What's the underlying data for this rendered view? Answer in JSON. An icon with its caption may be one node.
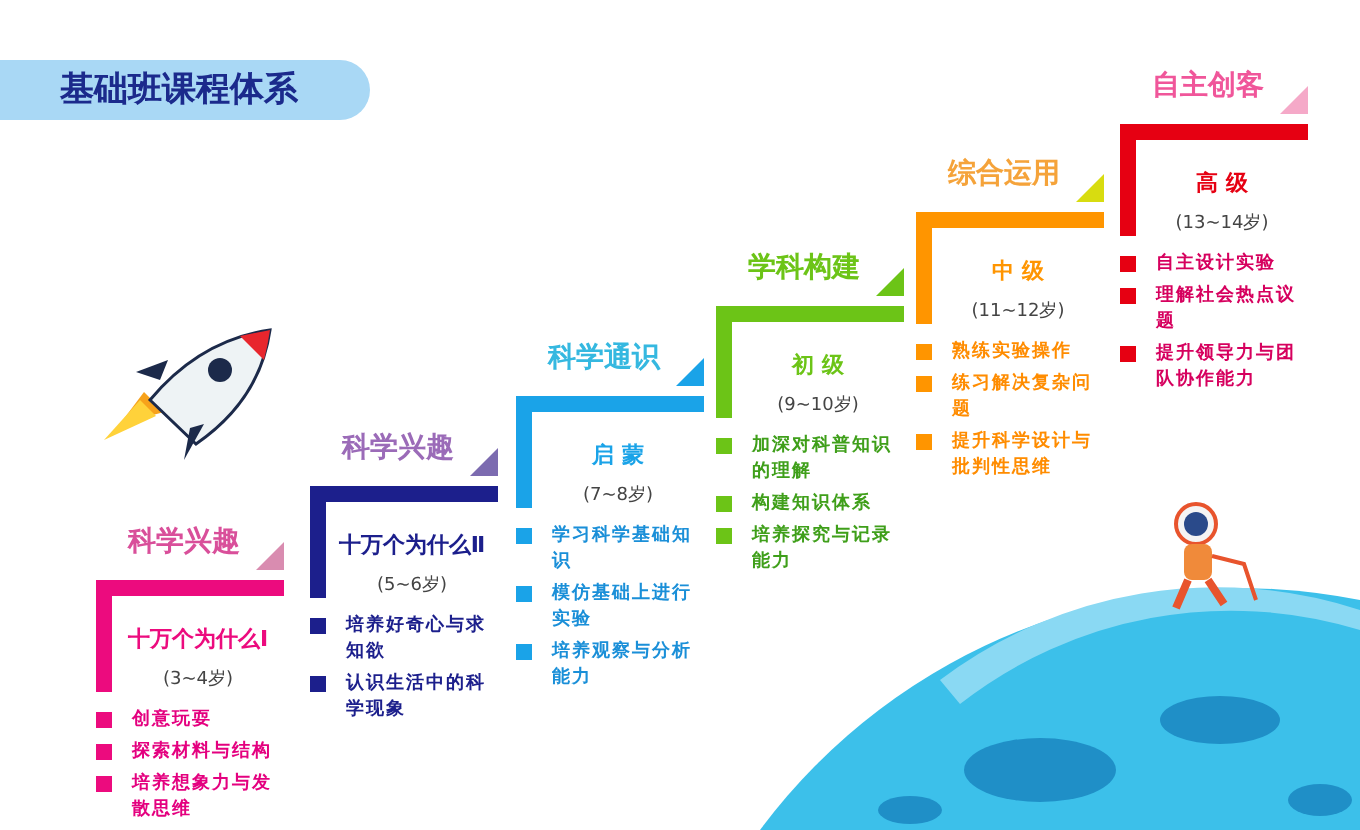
{
  "diagram": {
    "title": "基础班课程体系",
    "nodes": [
      {
        "text": [
          "十万个为什么Ⅰ",
          "(3~4岁)"
        ],
        "beside": [
          "科学兴趣",
          "创意玩耍",
          "探索材料与结构",
          "培养想象力与发散思维"
        ]
      },
      {
        "text": [
          "十万个为什么Ⅱ",
          "(5~6岁)"
        ],
        "beside": [
          "科学兴趣",
          "培养好奇心与求知欲",
          "认识生活中的科学现象"
        ]
      },
      {
        "text": [
          "启 蒙",
          "(7~8岁)"
        ],
        "beside": [
          "科学通识",
          "学习科学基础知识",
          "模仿基础上进行实验",
          "培养观察与分析能力"
        ]
      },
      {
        "text": [
          "初 级",
          "(9~10岁)"
        ],
        "beside": [
          "学科构建",
          "加深对科普知识的理解",
          "构建知识体系",
          "培养探究与记录能力"
        ]
      },
      {
        "text": [
          "中 级",
          "(11~12岁)"
        ],
        "beside": [
          "综合运用",
          "熟练实验操作",
          "练习解决复杂问题",
          "提升科学设计与批判性思维"
        ]
      },
      {
        "text": [
          "高 级",
          "(13~14岁)"
        ],
        "beside": [
          "自主创客",
          "自主设计实验",
          "理解社会热点议题",
          "提升领导力与团队协作能力"
        ]
      }
    ]
  }
}
